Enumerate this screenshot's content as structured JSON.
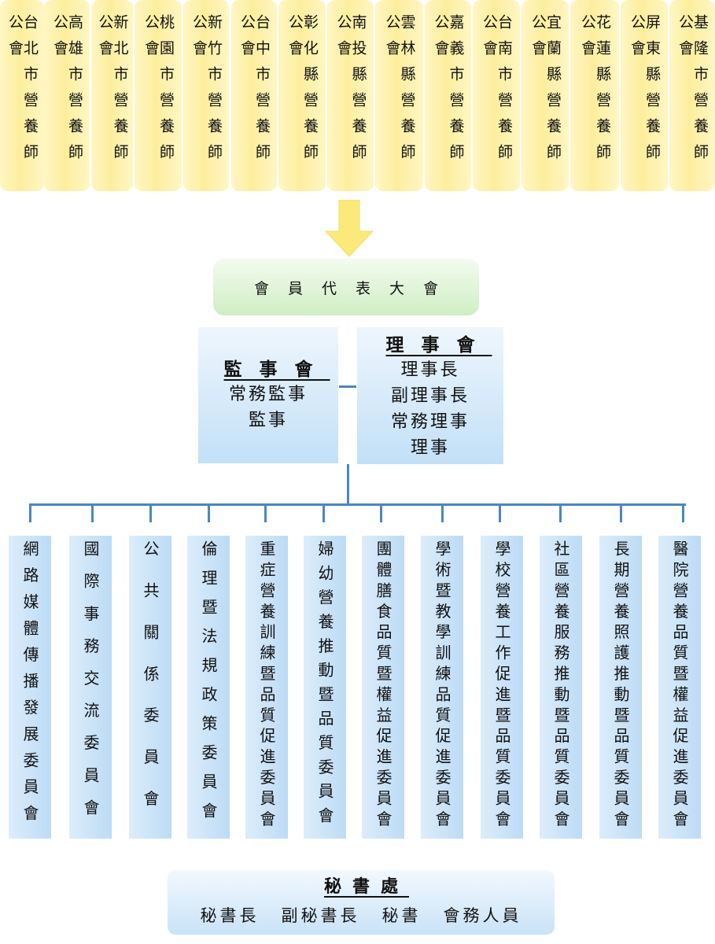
{
  "local_associations": [
    "台北市營養師公會",
    "高雄市營養師公會",
    "新北市營養師公會",
    "桃園市營養師公會",
    "新竹市營養師公會",
    "台中市營養師公會",
    "彰化縣營養師公會",
    "南投縣營養師公會",
    "雲林縣營養師公會",
    "嘉義市營養師公會",
    "台南市營養師公會",
    "宜蘭縣營養師公會",
    "花蓮縣營養師公會",
    "屏東縣營養師公會",
    "基隆市營養師公會"
  ],
  "assembly": {
    "label": "會員代表大會"
  },
  "supervisors": {
    "title": "監事會",
    "members": [
      "常務監事",
      "監事"
    ]
  },
  "directors": {
    "title": "理事會",
    "members": [
      "理事長",
      "副理事長",
      "常務理事",
      "理事"
    ]
  },
  "committees": [
    "網路媒體傳播發展委員會",
    "國際事務交流委員會",
    "公共關係委員會",
    "倫理暨法規政策委員會",
    "重症營養訓練暨品質促進委員會",
    "婦幼營養推動暨品質委員會",
    "團體膳食品質暨權益促進委員會",
    "學術暨教學訓練品質促進委員會",
    "學校營養工作促進暨品質委員會",
    "社區營養服務推動暨品質委員會",
    "長期營養照護推動暨品質委員會",
    "醫院營養品質暨權益促進委員會"
  ],
  "secretariat": {
    "title": "秘書處",
    "members": [
      "秘書長",
      "副秘書長",
      "秘書",
      "會務人員"
    ]
  },
  "colors": {
    "association_fill": "#fdee9c",
    "arrow": "#fbe97c",
    "assembly_fill": "#cfeec4",
    "board_fill": "#c2e0f7",
    "connector": "#4a86c4"
  }
}
